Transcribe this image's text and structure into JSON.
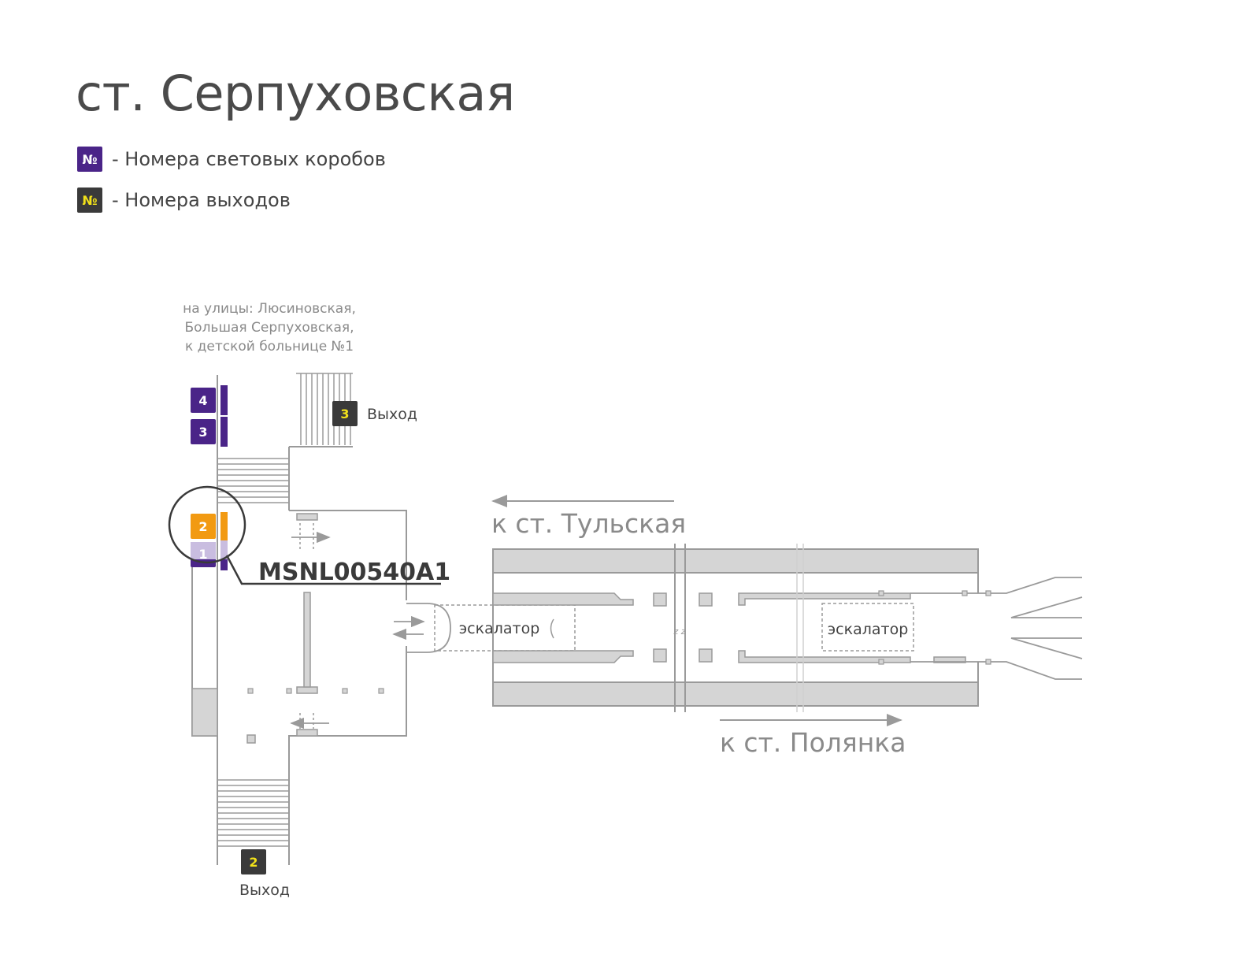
{
  "title": "ст. Серпуховская",
  "legend": [
    {
      "symbol": "№",
      "text": "- Номера световых коробов",
      "bg": "#4a2488",
      "fg": "#ffffff"
    },
    {
      "symbol": "№",
      "text": "- Номера выходов",
      "bg": "#3a3a3a",
      "fg": "#f2e21a"
    }
  ],
  "colors": {
    "purple": "#4a2488",
    "purple_faded": "#c9bde0",
    "orange": "#f29a12",
    "dark": "#3a3a3a",
    "yellow": "#f2e21a",
    "wall": "#9a9a9a",
    "fill": "#d5d5d5"
  },
  "map": {
    "streets": [
      "на улицы: Люсиновская,",
      "Большая Серпуховская,",
      "к детской больнице №1"
    ],
    "exit3": {
      "number": "3",
      "label": "Выход"
    },
    "exit2": {
      "number": "2",
      "label": "Выход"
    },
    "lightboxes": [
      {
        "number": "4",
        "highlighted": false
      },
      {
        "number": "3",
        "highlighted": false
      },
      {
        "number": "2",
        "highlighted": true
      },
      {
        "number": "1",
        "highlighted": false
      }
    ],
    "callout_code": "MSNL00540A1",
    "escalator_left": "эскалатор",
    "escalator_right": "эскалатор",
    "direction_top": "к ст. Тульская",
    "direction_bottom": "к ст. Полянка"
  }
}
